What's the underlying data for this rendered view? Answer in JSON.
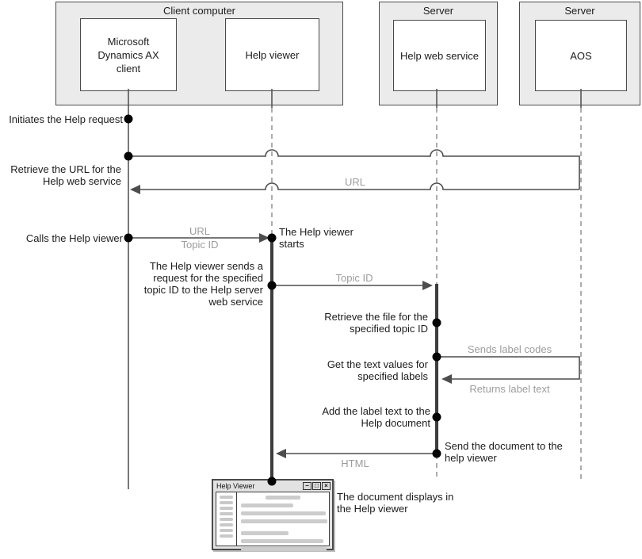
{
  "diagram": {
    "actors": {
      "client": {
        "container_title": "Client computer",
        "box_dynamics": "Microsoft Dynamics AX client",
        "box_viewer": "Help viewer"
      },
      "server_web": {
        "container_title": "Server",
        "box": "Help web service"
      },
      "server_aos": {
        "container_title": "Server",
        "box": "AOS"
      }
    },
    "steps": {
      "initiates": "Initiates the Help request",
      "retrieve_url": "Retrieve the URL for the Help web service",
      "calls_viewer": "Calls the Help viewer",
      "viewer_starts": "The Help viewer starts",
      "viewer_sends": "The Help viewer sends a request for the specified topic ID to the Help server web service",
      "retrieve_file": "Retrieve the file for the specified topic ID",
      "get_text": "Get the text values for specified labels",
      "add_label": "Add the label text to the Help document",
      "send_doc": "Send the document to the help viewer",
      "doc_displays": "The document displays in the Help viewer"
    },
    "messages": {
      "url_return": "URL",
      "url_call": "URL",
      "topic_call": "Topic ID",
      "topic_send": "Topic ID",
      "sends_codes": "Sends label codes",
      "returns_text": "Returns label text",
      "html": "HTML"
    },
    "window": {
      "title": "Help Viewer",
      "minimize_glyph": "−",
      "maximize_glyph": "□",
      "close_glyph": "×"
    },
    "colors": {
      "container_fill": "#ebebeb",
      "line": "#4d4d4d",
      "dashed_line": "#8a8a8a",
      "gray_label": "#9c9c9c",
      "text": "#1c1c1c",
      "dot": "#050505"
    }
  }
}
